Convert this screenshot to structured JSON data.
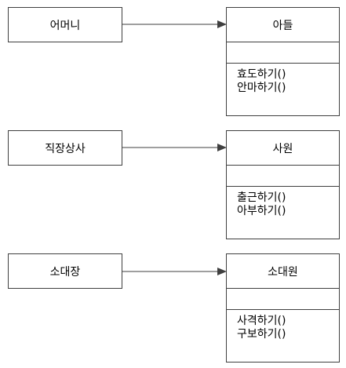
{
  "diagram": {
    "pairs": [
      {
        "source": "어머니",
        "target": {
          "name": "아들",
          "methods": [
            "효도하기()",
            "안마하기()"
          ]
        }
      },
      {
        "source": "직장상사",
        "target": {
          "name": "사원",
          "methods": [
            "출근하기()",
            "아부하기()"
          ]
        }
      },
      {
        "source": "소대장",
        "target": {
          "name": "소대원",
          "methods": [
            "사격하기()",
            "구보하기()"
          ]
        }
      }
    ],
    "colors": {
      "line": "#3f3f3f",
      "background": "#ffffff"
    }
  }
}
